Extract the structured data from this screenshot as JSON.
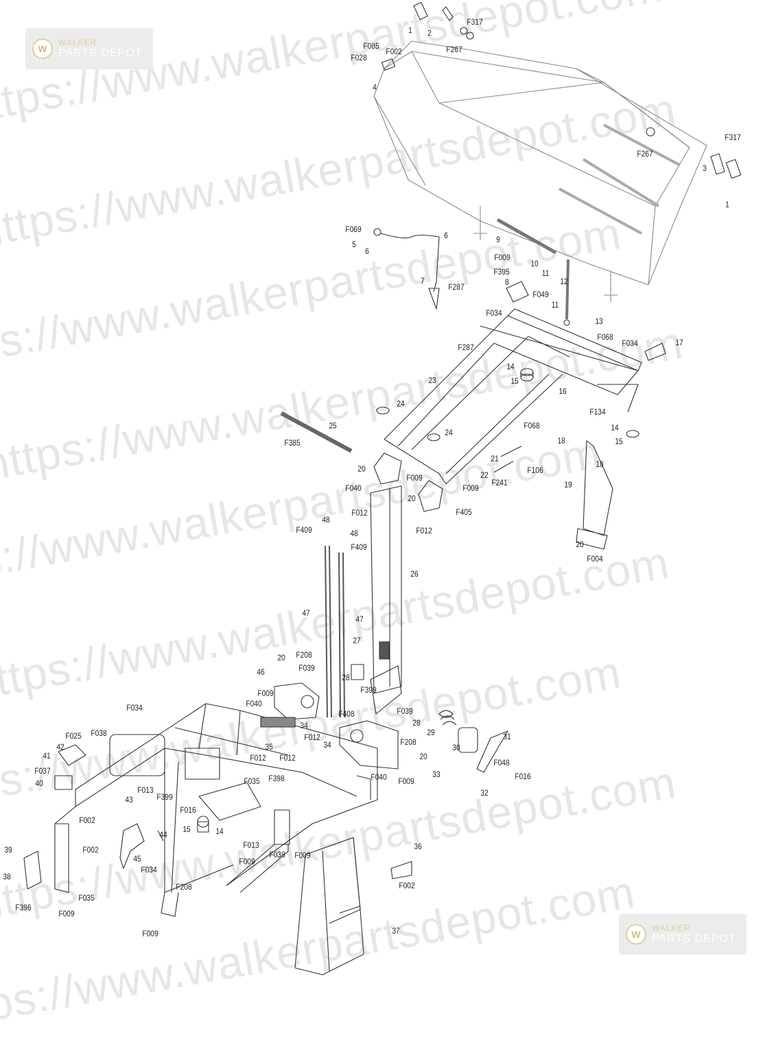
{
  "watermark": {
    "text": "https://www.walkerpartsdepot.com"
  },
  "logo": {
    "line1": "WALKER",
    "line2": "PARTS DEPOT",
    "mark": "W"
  },
  "labels": [
    "1",
    "2",
    "F317",
    "F267",
    "F085",
    "F028",
    "F002",
    "4",
    "F317",
    "F267",
    "3",
    "1",
    "F069",
    "5",
    "6",
    "6",
    "9",
    "F009",
    "10",
    "11",
    "F395",
    "12",
    "7",
    "F287",
    "8",
    "F049",
    "11",
    "F034",
    "13",
    "F068",
    "F034",
    "17",
    "F287",
    "14",
    "15",
    "23",
    "16",
    "24",
    "25",
    "F385",
    "24",
    "F134",
    "F068",
    "18",
    "14",
    "15",
    "21",
    "18",
    "20",
    "22",
    "F106",
    "F241",
    "F009",
    "F040",
    "F009",
    "19",
    "20",
    "F012",
    "F405",
    "F012",
    "48",
    "F409",
    "48",
    "F409",
    "20",
    "F004",
    "26",
    "47",
    "47",
    "F208",
    "20",
    "27",
    "F039",
    "28",
    "46",
    "F399",
    "F009",
    "F040",
    "F039",
    "F408",
    "34",
    "28",
    "29",
    "F012",
    "34",
    "F208",
    "35",
    "30",
    "31",
    "F012",
    "F012",
    "20",
    "F034",
    "F038",
    "F025",
    "42",
    "41",
    "F037",
    "40",
    "F040",
    "F009",
    "33",
    "F048",
    "F016",
    "32",
    "F013",
    "F399",
    "F035",
    "F398",
    "43",
    "F016",
    "44",
    "F002",
    "15",
    "14",
    "45",
    "F002",
    "F013",
    "F038",
    "F009",
    "F009",
    "39",
    "38",
    "F034",
    "36",
    "F035",
    "F208",
    "F002",
    "F396",
    "F009",
    "37",
    "F009"
  ]
}
